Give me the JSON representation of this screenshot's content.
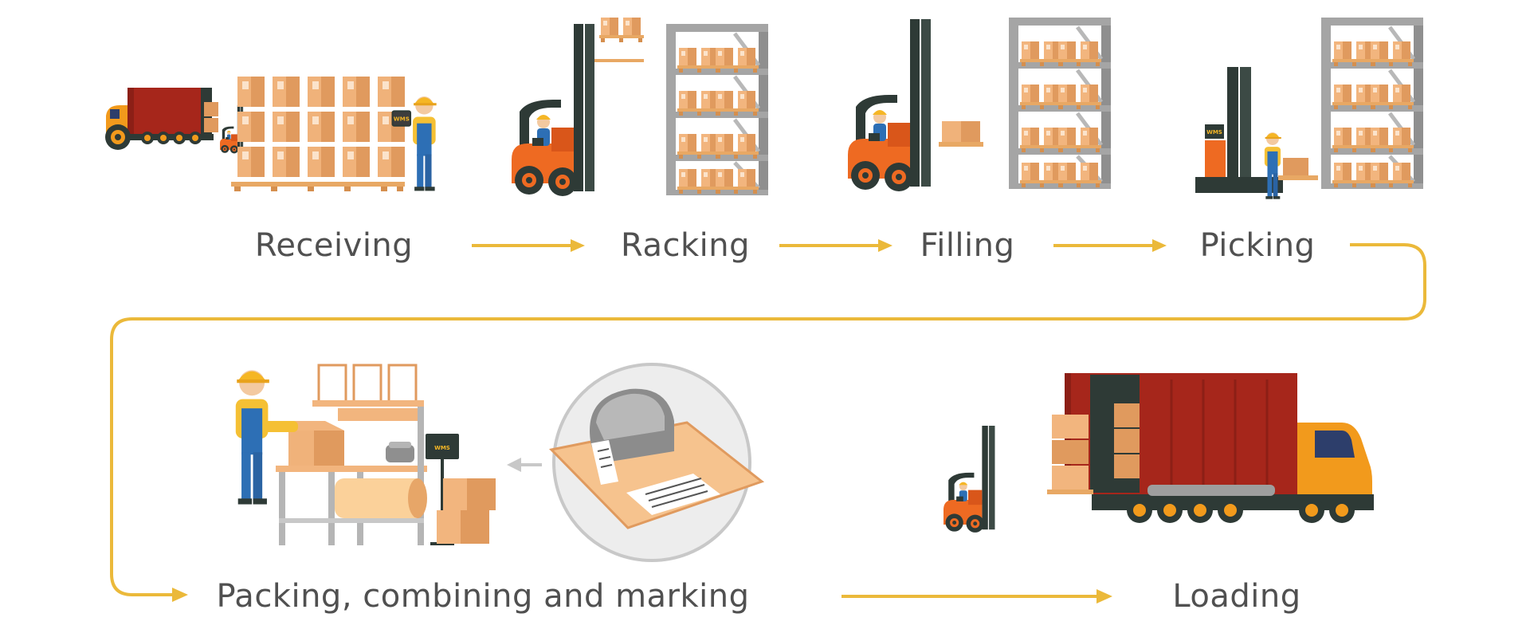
{
  "steps": {
    "receiving": "Receiving",
    "racking": "Racking",
    "filling": "Filling",
    "picking": "Picking",
    "packing": "Packing, combining and marking",
    "loading": "Loading"
  },
  "screen_text": "WMS",
  "colors": {
    "arrow": "#EBB93A",
    "label": "#505050",
    "box": "#E09A5E",
    "box_light": "#F2B57E",
    "rack": "#9E9E9E",
    "forklift_body": "#EE6A22",
    "forklift_mast": "#2E3A36",
    "truck_cargo": "#A6261B",
    "truck_cab": "#F29A1C",
    "worker_shirt": "#F5C034",
    "worker_pants": "#2D6FB5",
    "helmet": "#F5B625"
  }
}
